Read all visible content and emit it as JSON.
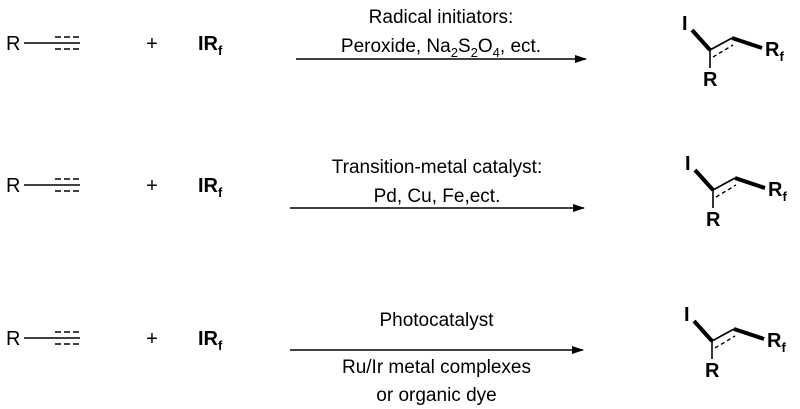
{
  "reactions": [
    {
      "substrate": "R",
      "plus": "+",
      "reagent": {
        "main": "IR",
        "sub": "f"
      },
      "conditions": [
        [
          {
            "t": "Radical initiators:"
          }
        ],
        [
          {
            "t": "Peroxide, Na"
          },
          {
            "t": "2",
            "sub": true
          },
          {
            "t": "S"
          },
          {
            "t": "2",
            "sub": true
          },
          {
            "t": "O"
          },
          {
            "t": "4",
            "sub": true
          },
          {
            "t": ", ect."
          }
        ]
      ],
      "product": {
        "iodine": "I",
        "r": "R",
        "rf_main": "R",
        "rf_sub": "f"
      }
    },
    {
      "substrate": "R",
      "plus": "+",
      "reagent": {
        "main": "IR",
        "sub": "f"
      },
      "conditions": [
        [
          {
            "t": "Transition-metal catalyst:"
          }
        ],
        [
          {
            "t": "Pd, Cu, Fe,ect."
          }
        ]
      ],
      "product": {
        "iodine": "I",
        "r": "R",
        "rf_main": "R",
        "rf_sub": "f"
      }
    },
    {
      "substrate": "R",
      "plus": "+",
      "reagent": {
        "main": "IR",
        "sub": "f"
      },
      "conditions": [
        [
          {
            "t": "Photocatalyst"
          }
        ],
        [
          {
            "t": "Ru/Ir metal complexes"
          }
        ],
        [
          {
            "t": "or organic dye"
          }
        ]
      ],
      "product": {
        "iodine": "I",
        "r": "R",
        "rf_main": "R",
        "rf_sub": "f"
      }
    }
  ]
}
